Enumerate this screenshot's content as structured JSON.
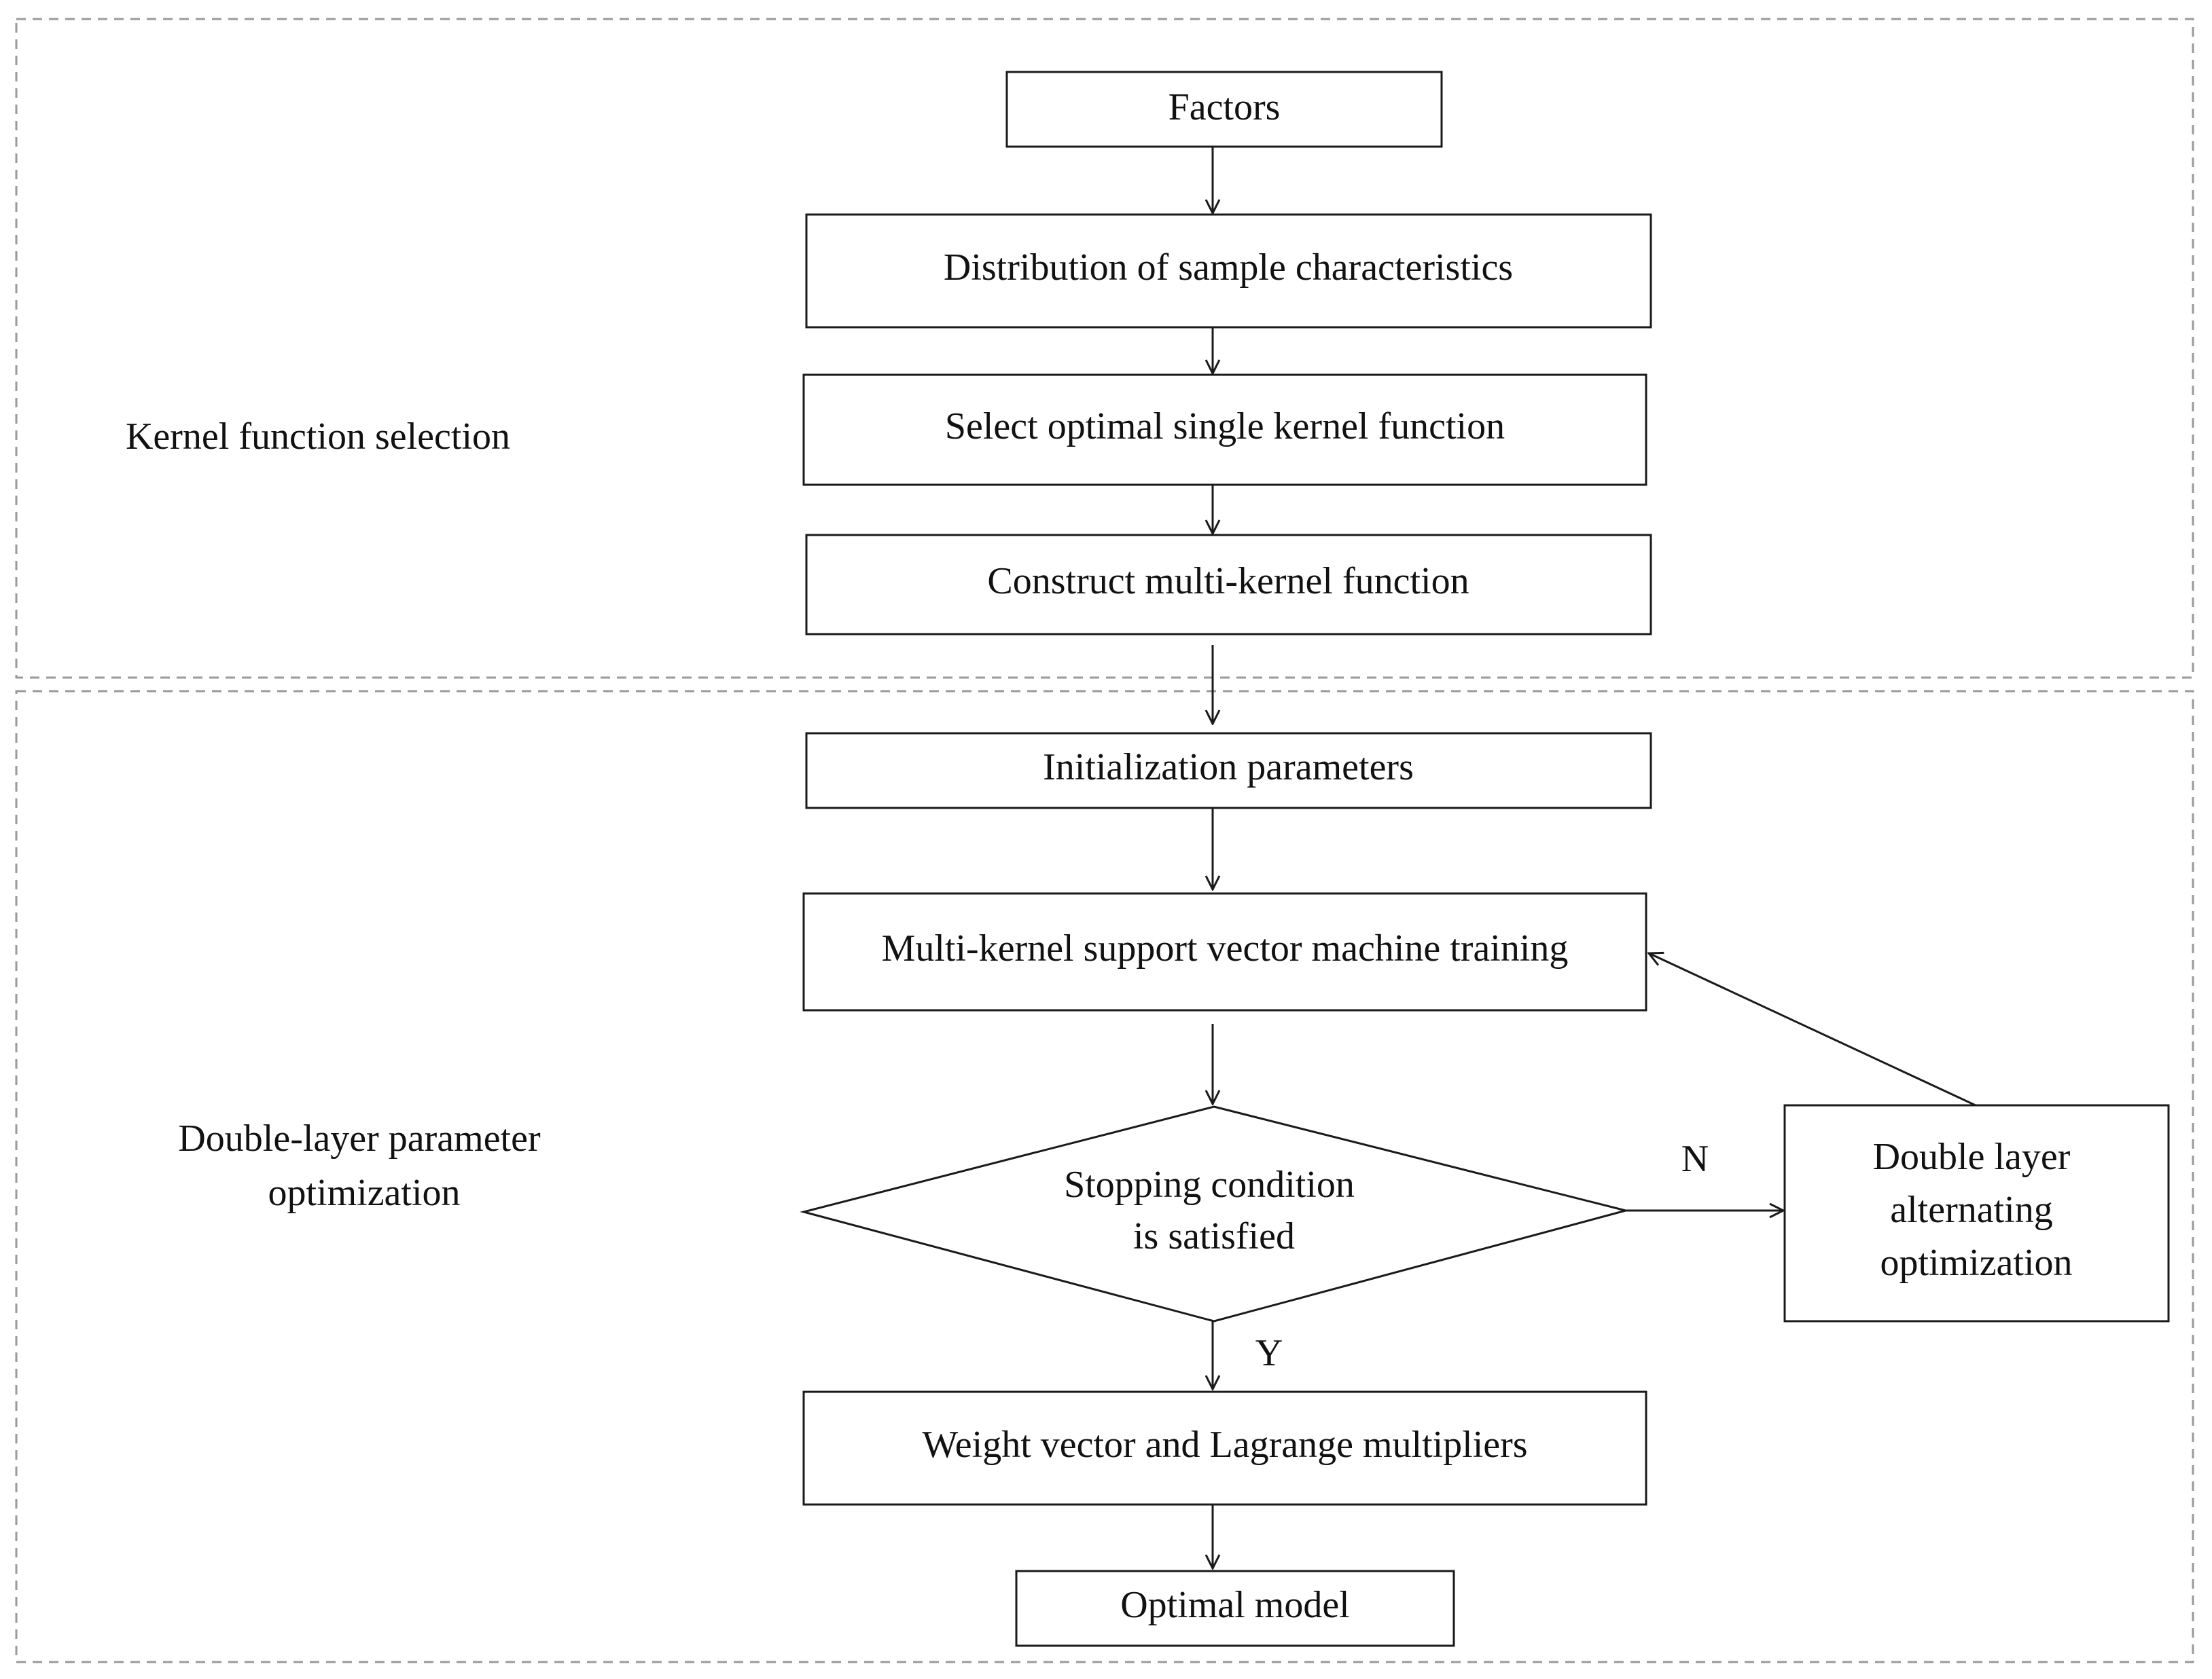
{
  "sections": {
    "kernel": {
      "label_lines": [
        "Kernel function selection"
      ]
    },
    "double": {
      "label_lines": [
        "Double-layer parameter",
        "optimization"
      ]
    }
  },
  "nodes": {
    "factors": {
      "lines": [
        "Factors"
      ]
    },
    "distribution": {
      "lines": [
        "Distribution of sample characteristics"
      ]
    },
    "select_kernel": {
      "lines": [
        "Select optimal single kernel function"
      ]
    },
    "construct_kernel": {
      "lines": [
        "Construct multi-kernel function"
      ]
    },
    "init_params": {
      "lines": [
        "Initialization parameters"
      ]
    },
    "svm_training": {
      "lines": [
        "Multi-kernel support vector machine training"
      ]
    },
    "stopping": {
      "lines": [
        "Stopping condition",
        "is satisfied"
      ]
    },
    "alternating": {
      "lines": [
        "Double layer",
        "alternating",
        "optimization"
      ]
    },
    "weight_vector": {
      "lines": [
        "Weight vector and Lagrange multipliers"
      ]
    },
    "optimal_model": {
      "lines": [
        "Optimal model"
      ]
    }
  },
  "edge_labels": {
    "no": "N",
    "yes": "Y"
  },
  "colors": {
    "stroke": "#1a1a1a",
    "dashed_border": "#9a9a9a",
    "text": "#111111"
  }
}
